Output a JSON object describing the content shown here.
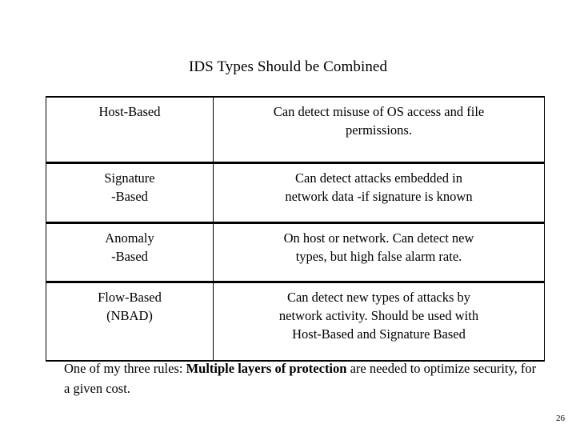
{
  "slide": {
    "title": "IDS Types Should be Combined",
    "page_number": "26",
    "background_color": "#ffffff",
    "text_color": "#000000"
  },
  "table": {
    "border_color": "#000000",
    "rows": [
      {
        "type": "Host-Based",
        "type_lines": [
          "Host-Based"
        ],
        "description": "Can detect misuse of OS access and file permissions.",
        "description_lines": [
          "Can detect misuse of OS access and file",
          "permissions."
        ]
      },
      {
        "type": "Signature -Based",
        "type_lines": [
          "Signature",
          "-Based"
        ],
        "description": "Can detect attacks embedded in network data -if signature is known",
        "description_lines": [
          "Can detect attacks embedded in",
          "network data -if signature is known"
        ]
      },
      {
        "type": "Anomaly -Based",
        "type_lines": [
          "Anomaly",
          "-Based"
        ],
        "description": "On host or network. Can detect new types, but high false alarm rate.",
        "description_lines": [
          "On host or network. Can detect new",
          "types, but high false alarm rate."
        ]
      },
      {
        "type": "Flow-Based (NBAD)",
        "type_lines": [
          "Flow-Based",
          "(NBAD)"
        ],
        "description": "Can detect new types of attacks by network activity.  Should be used with Host-Based and Signature Based",
        "description_lines": [
          "Can detect new types of attacks by",
          "network activity.  Should be used with",
          "Host-Based and Signature Based"
        ]
      }
    ]
  },
  "footer": {
    "lead_text": "One of my three rules: ",
    "emphasis_text": "Multiple layers of protection",
    "tail_text": " are needed to optimize security, for a given cost.",
    "full_text": "One of my three rules: Multiple layers of protection are needed to optimize security, for a given cost."
  }
}
